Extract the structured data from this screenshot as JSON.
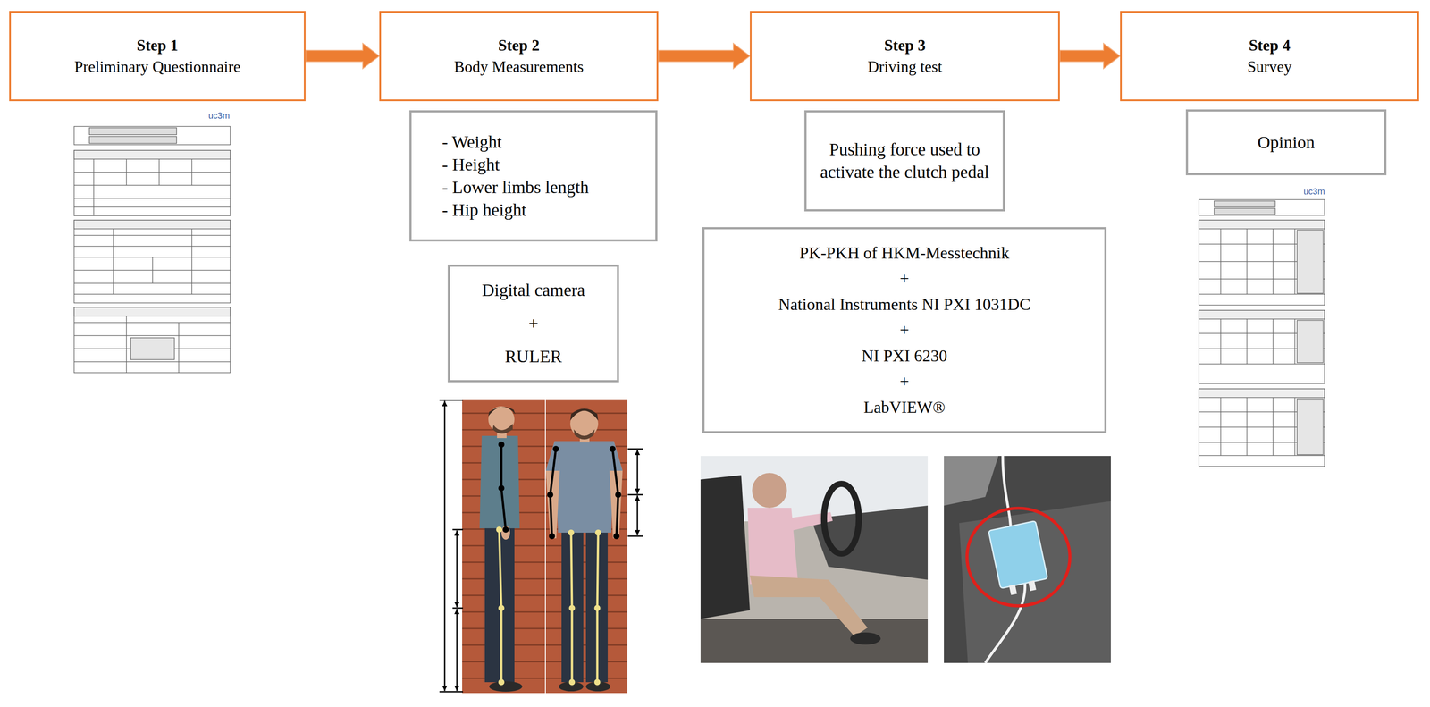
{
  "diagram": {
    "nodes": [
      {
        "text": [
          "Step 1",
          "Preliminary Questionnaire"
        ]
      },
      {
        "text": [
          "Step 2",
          "Body Measurements"
        ]
      },
      {
        "text": [
          "Step 3",
          "Driving test"
        ]
      },
      {
        "text": [
          "Step 4",
          "Survey"
        ]
      },
      {
        "text": [
          "- Weight",
          "- Height",
          "- Lower limbs length",
          "- Hip height"
        ]
      },
      {
        "text": [
          "Digital camera",
          "+",
          "RULER"
        ]
      },
      {
        "text": [
          "Pushing force used to activate the clutch pedal"
        ]
      },
      {
        "text": [
          "PK-PKH of HKM-Messtechnik",
          "+",
          "National Instruments NI PXI 1031DC",
          "+",
          "NI PXI 6230",
          "+",
          "LabVIEW®"
        ]
      },
      {
        "text": [
          "Opinion"
        ]
      }
    ],
    "edges": [
      {
        "from": 0,
        "to": 1,
        "arrow": "to"
      },
      {
        "from": 1,
        "to": 2,
        "arrow": "to"
      },
      {
        "from": 2,
        "to": 3,
        "arrow": "to"
      }
    ],
    "labels": [
      "uc3m",
      "uc3m"
    ]
  }
}
